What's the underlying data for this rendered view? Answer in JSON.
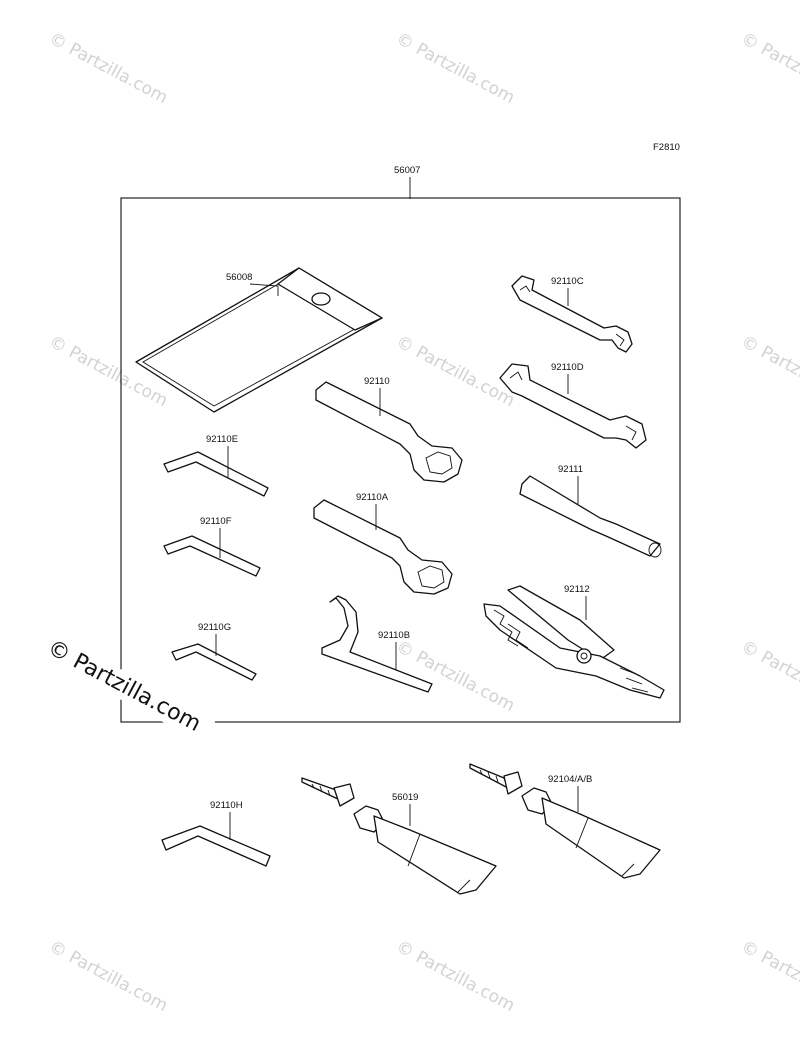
{
  "figure_code": "F2810",
  "watermark": {
    "text": "© Partzilla.com",
    "highlight_text": "© Partzilla.com"
  },
  "colors": {
    "line": "#111111",
    "watermark": "#d2d2d2",
    "background": "#ffffff"
  },
  "parts": {
    "tool_kit": "56007",
    "tool_bag": "56008",
    "wrench_c": "92110C",
    "wrench_d": "92110D",
    "box_wrench": "92110",
    "box_wrench_a": "92110A",
    "hex_e": "92110E",
    "hex_f": "92110F",
    "hex_g": "92110G",
    "hook_wrench_b": "92110B",
    "handle_bar": "92111",
    "pliers": "92112",
    "hex_h": "92110H",
    "grease_tube": "56019",
    "bond_tube": "92104/A/B"
  }
}
